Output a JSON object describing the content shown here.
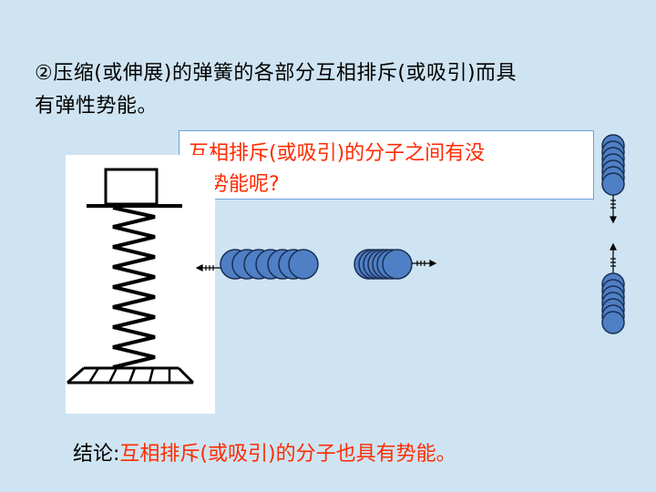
{
  "statement": {
    "line1": "②压缩(或伸展)的弹簧的各部分互相排斥(或吸引)而具",
    "line2": "有弹性势能。"
  },
  "question": {
    "line1": "互相排斥(或吸引)的分子之间有没",
    "line2": "有势能呢?"
  },
  "conclusion": {
    "label": "结论:",
    "text": "互相排斥(或吸引)的分子也具有势能。"
  },
  "colors": {
    "background": "#cfe4f2",
    "highlight_text": "#ff2a00",
    "molecule_fill": "#4f7fc4",
    "molecule_stroke": "#1a2f55"
  }
}
